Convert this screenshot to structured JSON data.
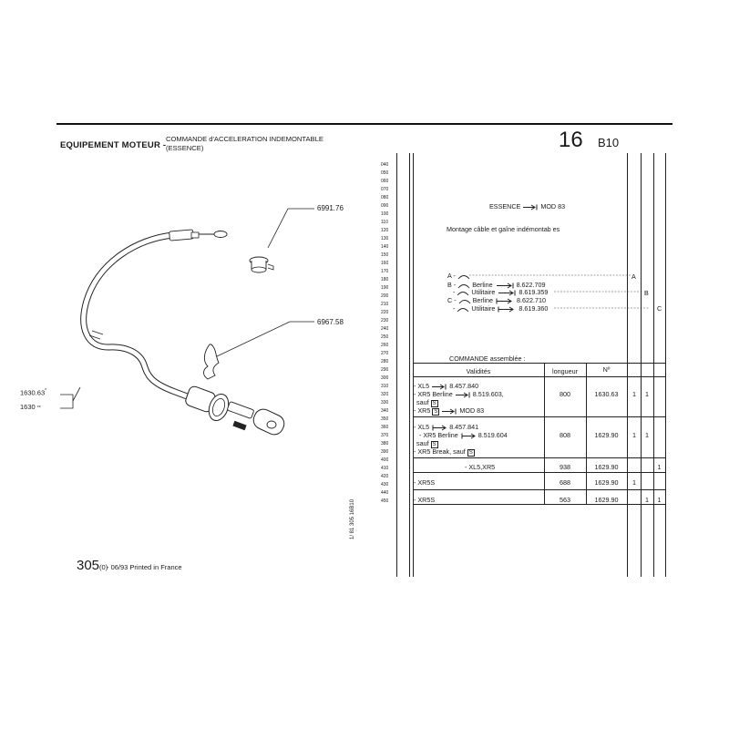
{
  "header": {
    "section": "EQUIPEMENT MOTEUR -",
    "subtitle_line1": "COMMANDE d'ACCELERATION INDEMONTABLE",
    "subtitle_line2": "(ESSENCE)",
    "group_number": "16",
    "group_code": "B10"
  },
  "diagram": {
    "ref_clip": "6991.76",
    "ref_bracket": "6967.58",
    "ref_cable_1": "1630.63",
    "ref_cable_1_mark": "*",
    "ref_cable_2": "1630",
    "ref_cable_2_mark": "**"
  },
  "line_numbers": [
    "040",
    "050",
    "060",
    "070",
    "080",
    "090",
    "100",
    "110",
    "120",
    "130",
    "140",
    "150",
    "160",
    "170",
    "180",
    "190",
    "200",
    "210",
    "220",
    "230",
    "240",
    "250",
    "260",
    "270",
    "280",
    "290",
    "300",
    "310",
    "320",
    "330",
    "340",
    "350",
    "360",
    "370",
    "380",
    "390",
    "400",
    "410",
    "420",
    "430",
    "440",
    "450"
  ],
  "notes": {
    "essence": "ESSENCE",
    "essence_mod": "MOD 83",
    "montage": "Montage câble et gaîne indémontab es",
    "a_label": "A -",
    "b_label": "B -",
    "b_berline": "Berline",
    "b_berline_num": "8.622.709",
    "b_util_dash": "-",
    "b_utilitaire": "Utilitaire",
    "b_util_num": "8.619.359",
    "c_label": "C -",
    "c_berline": "Berline",
    "c_berline_num": "8.622.710",
    "c_util_dash": "-",
    "c_utilitaire": "Utilitaire",
    "c_util_num": "8.619.360",
    "col_a": "A",
    "col_b": "B",
    "col_c": "C"
  },
  "table": {
    "title": "COMMANDE assemblée :",
    "headers": {
      "validites": "Validités",
      "longueur": "longueur",
      "no": "Nº"
    },
    "row1": {
      "l1_a": "- XL5",
      "l1_b": "8.457.840",
      "l2_a": "- XR5 Berline",
      "l2_b": "8.519.603,",
      "l3": "sauf",
      "l3_box": "S",
      "l4_a": "- XR5",
      "l4_box": "S",
      "l4_b": "MOD 83",
      "longueur": "800",
      "no": "1630.63",
      "q1": "1",
      "q2": "1"
    },
    "row2": {
      "l1_a": "- XL5",
      "l1_b": "8.457.841",
      "l2_a": "- XR5 Berline",
      "l2_b": "8.519.604",
      "l3": "sauf",
      "l3_box": "S",
      "l4_a": "- XR5 Break, sauf",
      "l4_box": "S",
      "longueur": "808",
      "no": "1629.90",
      "q1": "1",
      "q2": "1"
    },
    "row3": {
      "validite": "- XL5,XR5",
      "longueur": "938",
      "no": "1629.90",
      "q3": "1"
    },
    "row4": {
      "validite": "- XR5S",
      "longueur": "688",
      "no": "1629.90",
      "q1": "1"
    },
    "row5": {
      "validite": "- XR5S",
      "longueur": "563",
      "no": "1629.90",
      "q2": "1",
      "q3": "1"
    }
  },
  "side_stamp": "1/ 81  305  16B10",
  "footer": {
    "page": "305",
    "page_suffix": "(0)",
    "text": "- 06/93 Printed in France"
  }
}
